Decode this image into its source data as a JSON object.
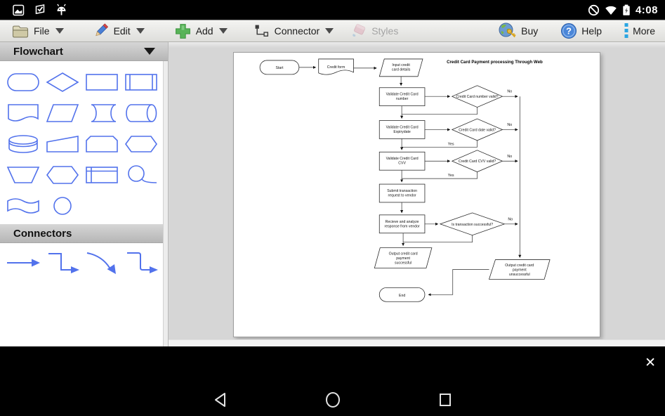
{
  "status_bar": {
    "time": "4:08",
    "left_icons": [
      "screenshot-icon",
      "check-flag-icon",
      "usb-debugging-icon"
    ],
    "right_icons": [
      "no-signal-icon",
      "wifi-icon",
      "battery-charging-icon"
    ]
  },
  "toolbar": {
    "items": [
      {
        "id": "file",
        "label": "File",
        "dropdown": true
      },
      {
        "id": "edit",
        "label": "Edit",
        "dropdown": true
      },
      {
        "id": "add",
        "label": "Add",
        "dropdown": true
      },
      {
        "id": "connector",
        "label": "Connector",
        "dropdown": true
      },
      {
        "id": "styles",
        "label": "Styles",
        "dropdown": false,
        "disabled": true
      },
      {
        "id": "buy",
        "label": "Buy"
      },
      {
        "id": "help",
        "label": "Help"
      },
      {
        "id": "more",
        "label": "More"
      }
    ],
    "accent_colors": {
      "add_plus": "#55b055",
      "more_dots": "#2aa5e2",
      "help_blue": "#4a86d8"
    }
  },
  "sidebar": {
    "sections": [
      {
        "title": "Flowchart",
        "collapsible": true,
        "shapes": [
          "terminator",
          "decision",
          "process",
          "predefined-process",
          "document",
          "data",
          "stored-data",
          "direct-access-storage",
          "database",
          "manual-input",
          "card",
          "preparation",
          "manual-operation",
          "display",
          "internal-storage",
          "loop-limit",
          "flag",
          "connector-circle"
        ]
      },
      {
        "title": "Connectors",
        "collapsible": false,
        "connectors": [
          "straight-arrow",
          "elbow-arrow",
          "curved-arrow",
          "elbow-arrow-2"
        ]
      }
    ],
    "shape_stroke_color": "#5272ec"
  },
  "canvas": {
    "flowchart": {
      "title": "Credit Card Payment processing Through Web",
      "nodes": {
        "start": {
          "type": "terminator",
          "lines": [
            "Start"
          ]
        },
        "credit_form": {
          "type": "document",
          "lines": [
            "Credit form"
          ]
        },
        "input_details": {
          "type": "data",
          "lines": [
            "Input credit",
            "card details"
          ]
        },
        "validate_number": {
          "type": "process",
          "lines": [
            "Validate Credit Card",
            "number"
          ]
        },
        "number_valid": {
          "type": "decision",
          "lines": [
            "Credit Card number valid?"
          ]
        },
        "validate_expiry": {
          "type": "process",
          "lines": [
            "Validate Credit Card",
            "Expirydate"
          ]
        },
        "date_valid": {
          "type": "decision",
          "lines": [
            "Credit Card date valid?"
          ]
        },
        "validate_cvv": {
          "type": "process",
          "lines": [
            "Validate Credit Card",
            "CVV"
          ]
        },
        "cvv_valid": {
          "type": "decision",
          "lines": [
            "Credit Card CVV valid?"
          ]
        },
        "submit": {
          "type": "process",
          "lines": [
            "Submit transaction",
            "request to vendor"
          ]
        },
        "receive": {
          "type": "process",
          "lines": [
            "Recieve and analyze",
            "response from vendor"
          ]
        },
        "txn_success": {
          "type": "decision",
          "lines": [
            "Is transaction successful?"
          ]
        },
        "out_success": {
          "type": "data",
          "lines": [
            "Output credit card",
            "payment",
            "successful"
          ]
        },
        "out_fail": {
          "type": "data",
          "lines": [
            "Output credit card",
            "payment",
            "unsuccessful"
          ]
        },
        "end": {
          "type": "terminator",
          "lines": [
            "End"
          ]
        }
      },
      "branch_labels": {
        "no1": "No",
        "no2": "No",
        "no3": "No",
        "no4": "No",
        "yes2": "Yes",
        "yes3": "Yes"
      },
      "edges": [
        {
          "from": "start",
          "to": "credit_form"
        },
        {
          "from": "credit_form",
          "to": "input_details"
        },
        {
          "from": "input_details",
          "to": "validate_number"
        },
        {
          "from": "validate_number",
          "to": "number_valid"
        },
        {
          "from": "number_valid",
          "to": "out_fail",
          "label": "No"
        },
        {
          "from": "number_valid",
          "to": "validate_expiry"
        },
        {
          "from": "validate_expiry",
          "to": "date_valid"
        },
        {
          "from": "date_valid",
          "to": "out_fail",
          "label": "No"
        },
        {
          "from": "date_valid",
          "to": "validate_cvv",
          "label": "Yes"
        },
        {
          "from": "validate_cvv",
          "to": "cvv_valid"
        },
        {
          "from": "cvv_valid",
          "to": "out_fail",
          "label": "No"
        },
        {
          "from": "cvv_valid",
          "to": "submit",
          "label": "Yes"
        },
        {
          "from": "submit",
          "to": "receive"
        },
        {
          "from": "receive",
          "to": "txn_success"
        },
        {
          "from": "txn_success",
          "to": "out_fail",
          "label": "No"
        },
        {
          "from": "txn_success",
          "to": "out_success"
        },
        {
          "from": "out_fail",
          "to": "end"
        }
      ]
    }
  },
  "footer": {
    "close_glyph": "✕",
    "nav_icons": [
      "back-icon",
      "home-icon",
      "recents-icon"
    ]
  }
}
